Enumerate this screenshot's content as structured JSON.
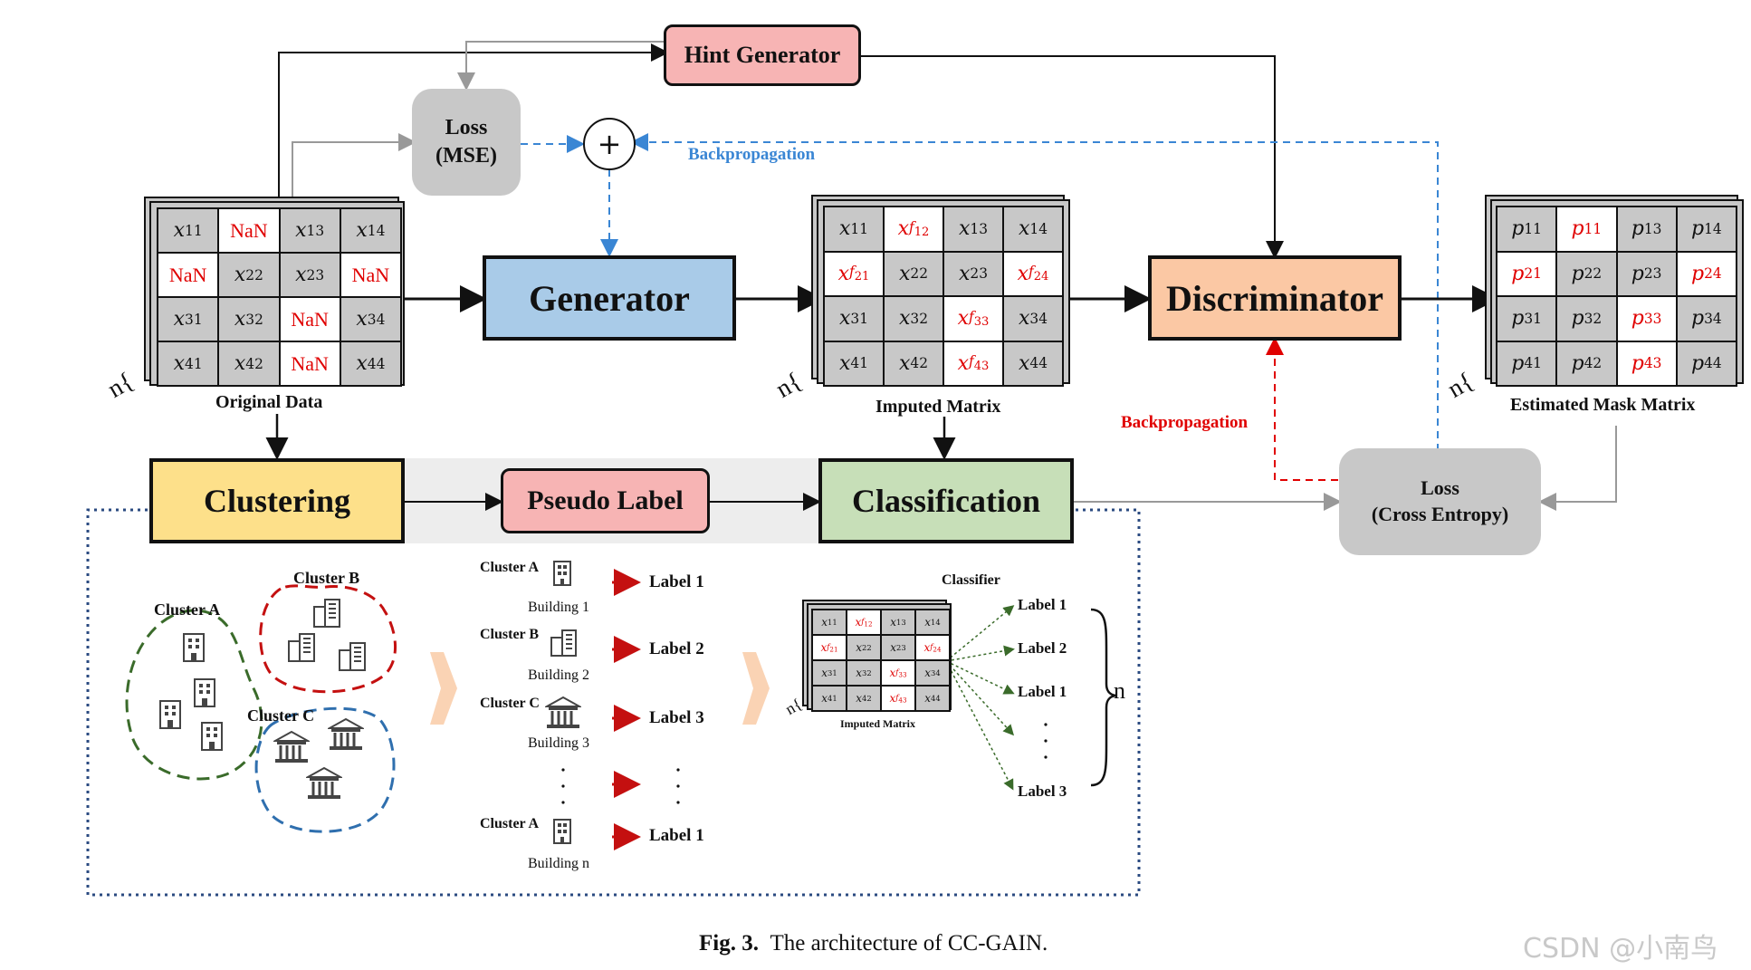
{
  "hint_generator": "Hint Generator",
  "loss_mse": {
    "line1": "Loss",
    "line2": "(MSE)"
  },
  "plus_symbol": "+",
  "backprop_blue": "Backpropagation",
  "backprop_red": "Backpropagation",
  "generator": "Generator",
  "discriminator": "Discriminator",
  "clustering": "Clustering",
  "pseudo_label": "Pseudo Label",
  "classification": "Classification",
  "loss_ce": {
    "line1": "Loss",
    "line2": "(Cross Entropy)"
  },
  "n_mark": "n",
  "original_data": {
    "caption": "Original Data",
    "cells": [
      [
        "x11",
        "NaN",
        "x13",
        "x14"
      ],
      [
        "NaN",
        "x22",
        "x23",
        "NaN"
      ],
      [
        "x31",
        "x32",
        "NaN",
        "x34"
      ],
      [
        "x41",
        "x42",
        "NaN",
        "x44"
      ]
    ]
  },
  "imputed_matrix": {
    "caption": "Imputed Matrix",
    "cells": [
      [
        "x11",
        "xf12",
        "x13",
        "x14"
      ],
      [
        "xf21",
        "x22",
        "x23",
        "xf24"
      ],
      [
        "x31",
        "x32",
        "xf33",
        "x34"
      ],
      [
        "x41",
        "x42",
        "xf43",
        "x44"
      ]
    ]
  },
  "mask_matrix": {
    "caption": "Estimated Mask Matrix",
    "cells": [
      [
        "p11",
        "p11",
        "p13",
        "p14"
      ],
      [
        "p21",
        "p22",
        "p23",
        "p24"
      ],
      [
        "p31",
        "p32",
        "p33",
        "p34"
      ],
      [
        "p41",
        "p42",
        "p43",
        "p44"
      ]
    ]
  },
  "clusters": {
    "a": "Cluster A",
    "b": "Cluster B",
    "c": "Cluster C"
  },
  "pseudo_rows": [
    {
      "cluster": "Cluster A",
      "building": "Building 1",
      "label": "Label 1"
    },
    {
      "cluster": "Cluster B",
      "building": "Building 2",
      "label": "Label 2"
    },
    {
      "cluster": "Cluster C",
      "building": "Building 3",
      "label": "Label 3"
    },
    {
      "cluster": "Cluster A",
      "building": "Building n",
      "label": "Label 1"
    }
  ],
  "classifier": {
    "title": "Classifier",
    "matrix_caption": "Imputed Matrix",
    "labels": [
      "Label 1",
      "Label 2",
      "Label 1",
      "Label 3"
    ],
    "n_mark": "n"
  },
  "figure_caption": {
    "prefix": "Fig. 3.",
    "text": "The architecture of CC-GAIN."
  },
  "watermark": "CSDN @小南鸟",
  "colors": {
    "hint": "#f7b4b4",
    "loss": "#c8c8c8",
    "generator": "#a9cbe8",
    "discriminator": "#fbc8a4",
    "clustering": "#fde08a",
    "pseudo": "#f7b4b4",
    "classification": "#c7dfb8",
    "red": "#e00000",
    "blue": "#3a86d4",
    "green_dash": "#3a6b2a",
    "red_dash": "#c41010",
    "blue_dash": "#2f6fae"
  }
}
